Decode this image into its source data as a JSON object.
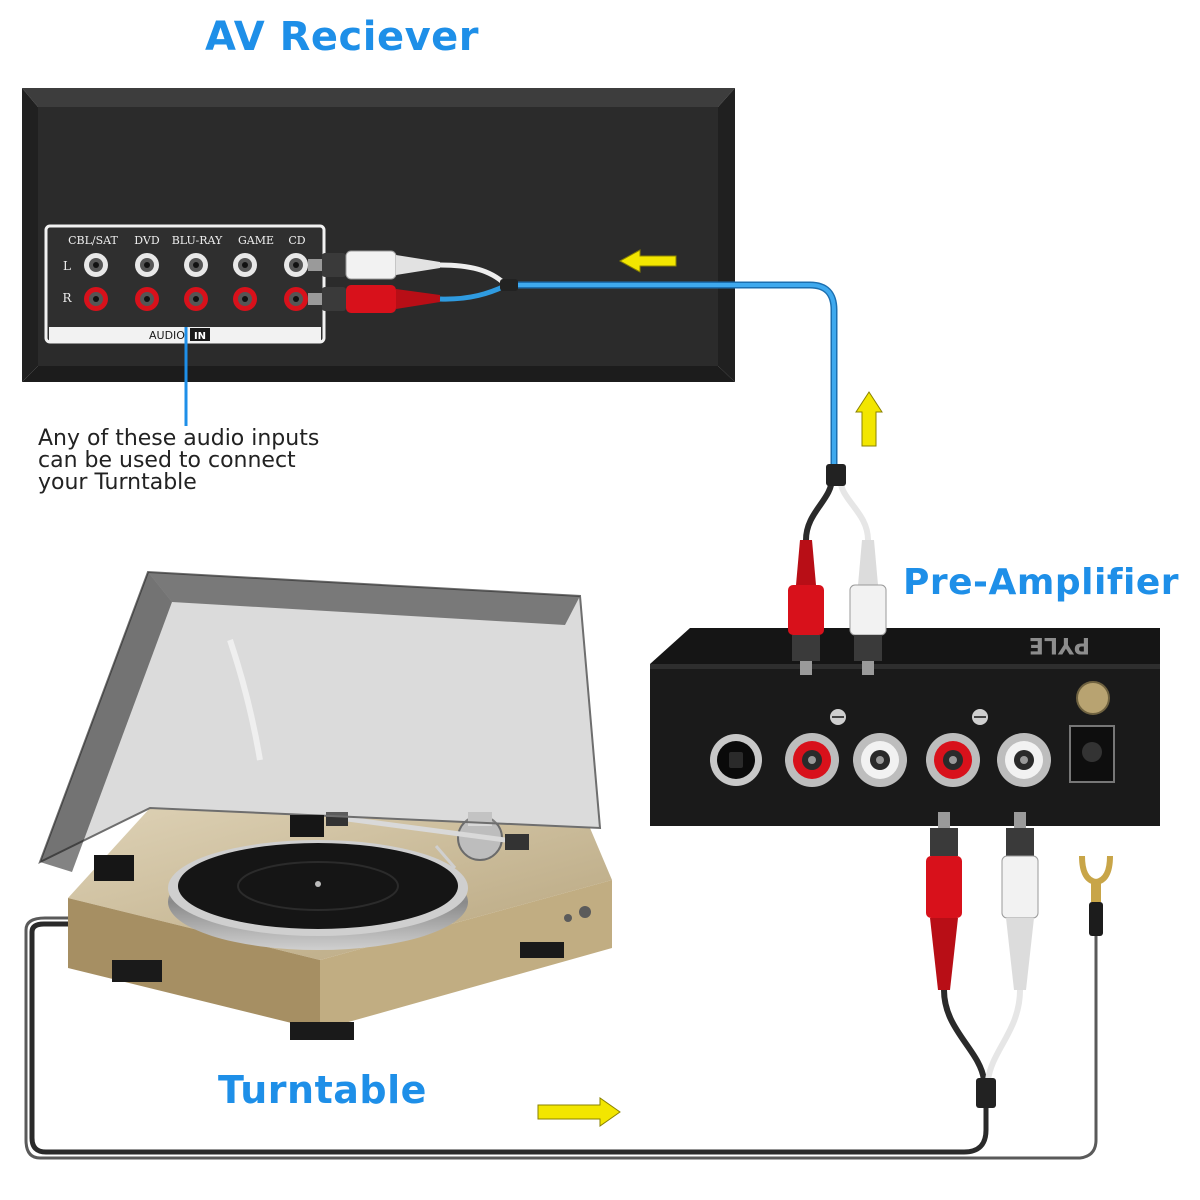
{
  "titles": {
    "receiver": "AV Reciever",
    "preamp": "Pre-Amplifier",
    "turntable": "Turntable"
  },
  "receiver_panel": {
    "inputs": [
      "CBL/SAT",
      "DVD",
      "BLU-RAY",
      "GAME",
      "CD"
    ],
    "row_labels": [
      "L",
      "R"
    ],
    "section_label": "AUDIO",
    "section_badge": "IN"
  },
  "note_lines": [
    "Any of these audio inputs",
    "can be used to connect",
    "your Turntable"
  ],
  "preamp_brand": "PYLE",
  "colors": {
    "title": "#1e8fe8",
    "arrow": "#f2e600",
    "cable_blue": "#2f9be0",
    "receiver_body": "#2b2b2b",
    "preamp_body": "#1a1a1a",
    "rca_red": "#d8111b",
    "rca_white": "#f2f2f2",
    "turntable_body": "#cbb895"
  },
  "icons": [
    "arrow-left-icon",
    "arrow-up-icon",
    "arrow-right-icon"
  ]
}
